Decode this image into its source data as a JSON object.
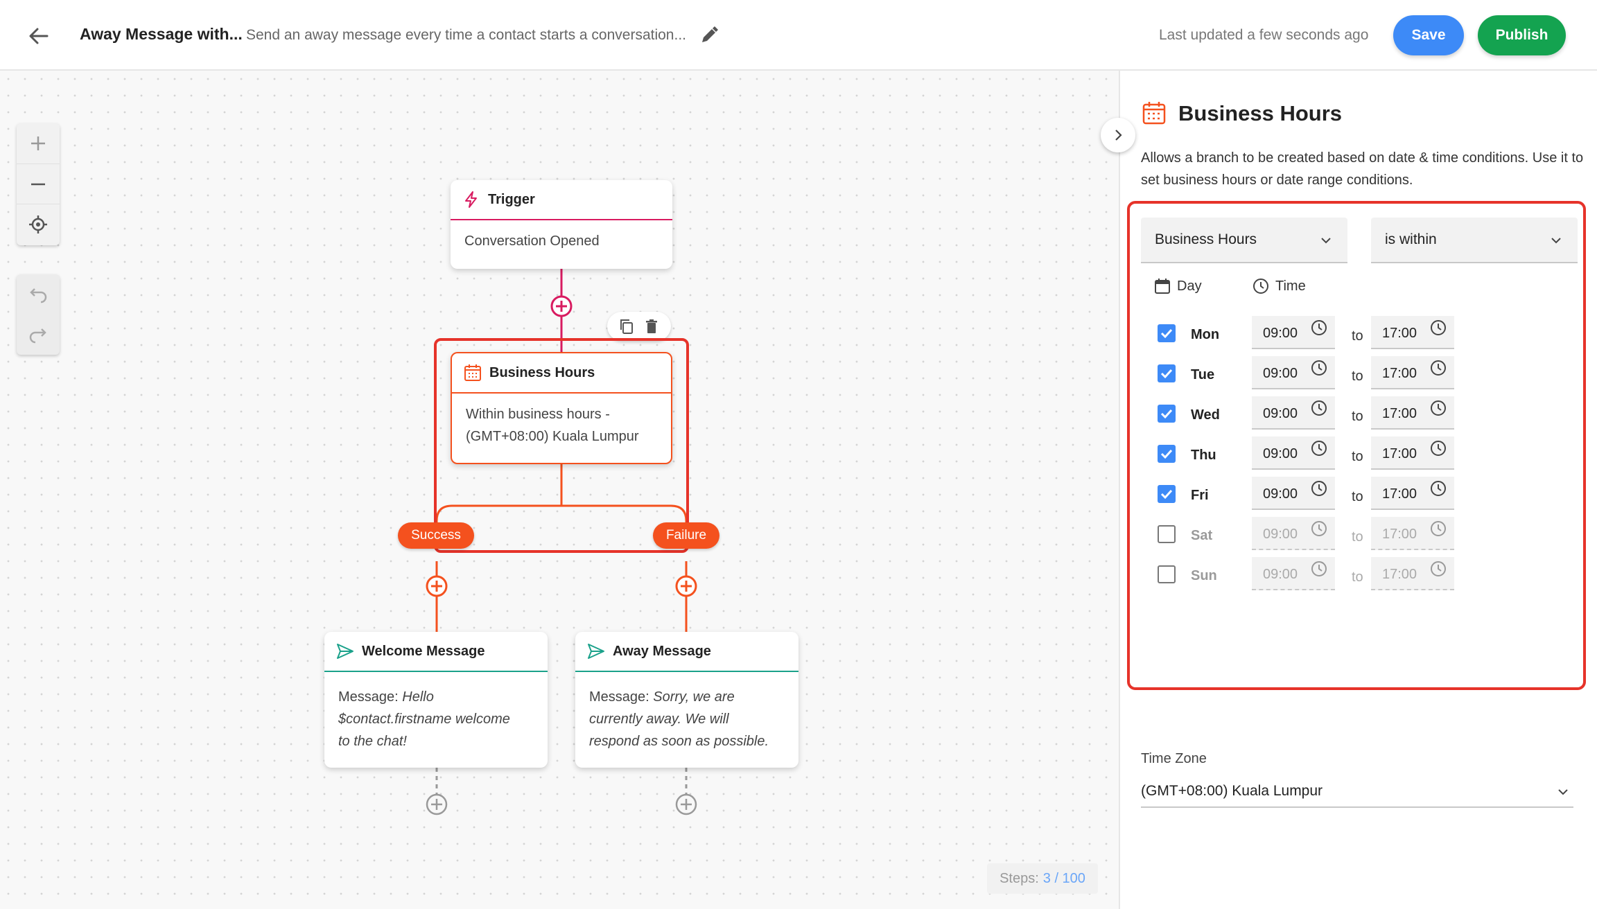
{
  "header": {
    "flow_title": "Away Message with...",
    "flow_description": "Send an away message every time a contact starts a conversation...",
    "last_updated": "Last updated a few seconds ago",
    "save_label": "Save",
    "publish_label": "Publish"
  },
  "canvas": {
    "nodes": {
      "trigger": {
        "title": "Trigger",
        "body": "Conversation Opened"
      },
      "business_hours": {
        "title": "Business Hours",
        "body_line1": "Within business hours -",
        "body_line2": "(GMT+08:00) Kuala Lumpur"
      },
      "welcome": {
        "title": "Welcome Message",
        "prefix": "Message: ",
        "line1": "Hello",
        "line2": "$contact.firstname welcome",
        "line3": "to the chat!"
      },
      "away": {
        "title": "Away Message",
        "prefix": "Message: ",
        "line1": "Sorry, we are",
        "line2": "currently away. We will",
        "line3": "respond as soon as possible."
      }
    },
    "branches": {
      "success": "Success",
      "failure": "Failure"
    },
    "steps": {
      "label": "Steps:",
      "value": "3 / 100"
    }
  },
  "panel": {
    "title": "Business Hours",
    "description": "Allows a branch to be created based on date & time conditions. Use it to set business hours or date range conditions.",
    "condition_type": "Business Hours",
    "operator": "is within",
    "day_header": "Day",
    "time_header": "Time",
    "to_label": "to",
    "days": [
      {
        "name": "Mon",
        "checked": true,
        "from": "09:00",
        "to": "17:00"
      },
      {
        "name": "Tue",
        "checked": true,
        "from": "09:00",
        "to": "17:00"
      },
      {
        "name": "Wed",
        "checked": true,
        "from": "09:00",
        "to": "17:00"
      },
      {
        "name": "Thu",
        "checked": true,
        "from": "09:00",
        "to": "17:00"
      },
      {
        "name": "Fri",
        "checked": true,
        "from": "09:00",
        "to": "17:00"
      },
      {
        "name": "Sat",
        "checked": false,
        "from": "09:00",
        "to": "17:00"
      },
      {
        "name": "Sun",
        "checked": false,
        "from": "09:00",
        "to": "17:00"
      }
    ],
    "timezone_label": "Time Zone",
    "timezone_value": "(GMT+08:00) Kuala Lumpur"
  },
  "colors": {
    "accent_red": "#e6332a",
    "branch_orange": "#f4511e",
    "trigger_pink": "#d81b60",
    "message_green": "#1aa18a",
    "save_blue": "#3d8af7",
    "publish_green": "#14a350"
  },
  "icons": {
    "back": "arrow-left-icon",
    "edit": "pencil-icon",
    "trigger": "lightning-icon",
    "business_hours": "calendar-icon",
    "message": "send-icon",
    "clock": "clock-icon"
  }
}
